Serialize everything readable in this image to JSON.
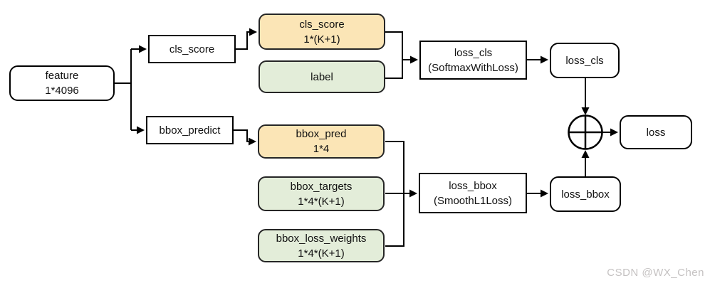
{
  "diagram": {
    "title": "fast-rcnn multi-task loss flow",
    "nodes": {
      "feature": {
        "line1": "feature",
        "line2": "1*4096"
      },
      "cls_score_fc": {
        "line1": "cls_score"
      },
      "bbox_predict_fc": {
        "line1": "bbox_predict"
      },
      "cls_score_blob": {
        "line1": "cls_score",
        "line2": "1*(K+1)"
      },
      "label_blob": {
        "line1": "label"
      },
      "bbox_pred_blob": {
        "line1": "bbox_pred",
        "line2": "1*4"
      },
      "bbox_targets_blob": {
        "line1": "bbox_targets",
        "line2": "1*4*(K+1)"
      },
      "bbox_loss_weights_blob": {
        "line1": "bbox_loss_weights",
        "line2": "1*4*(K+1)"
      },
      "loss_cls_layer": {
        "line1": "loss_cls",
        "line2": "(SoftmaxWithLoss)"
      },
      "loss_cls_out": {
        "line1": "loss_cls"
      },
      "loss_bbox_layer": {
        "line1": "loss_bbox",
        "line2": "(SmoothL1Loss)"
      },
      "loss_bbox_out": {
        "line1": "loss_bbox"
      },
      "sum_node": {
        "symbol": "circle-plus"
      },
      "loss_out": {
        "line1": "loss"
      }
    },
    "edges": [
      "feature -> cls_score_fc",
      "feature -> bbox_predict_fc",
      "cls_score_fc -> cls_score_blob",
      "cls_score_blob + label_blob -> loss_cls_layer",
      "loss_cls_layer -> loss_cls_out",
      "loss_cls_out -> sum_node",
      "bbox_predict_fc -> bbox_pred_blob",
      "bbox_pred_blob + bbox_targets_blob + bbox_loss_weights_blob -> loss_bbox_layer",
      "loss_bbox_layer -> loss_bbox_out",
      "loss_bbox_out -> sum_node",
      "sum_node -> loss_out"
    ],
    "colors": {
      "blob_yellow": "#FBE5B6",
      "blob_green": "#E3EDD9",
      "border": "#000000",
      "line": "#000000",
      "watermark": "#c5c2c2"
    },
    "watermark": "CSDN @WX_Chen"
  }
}
